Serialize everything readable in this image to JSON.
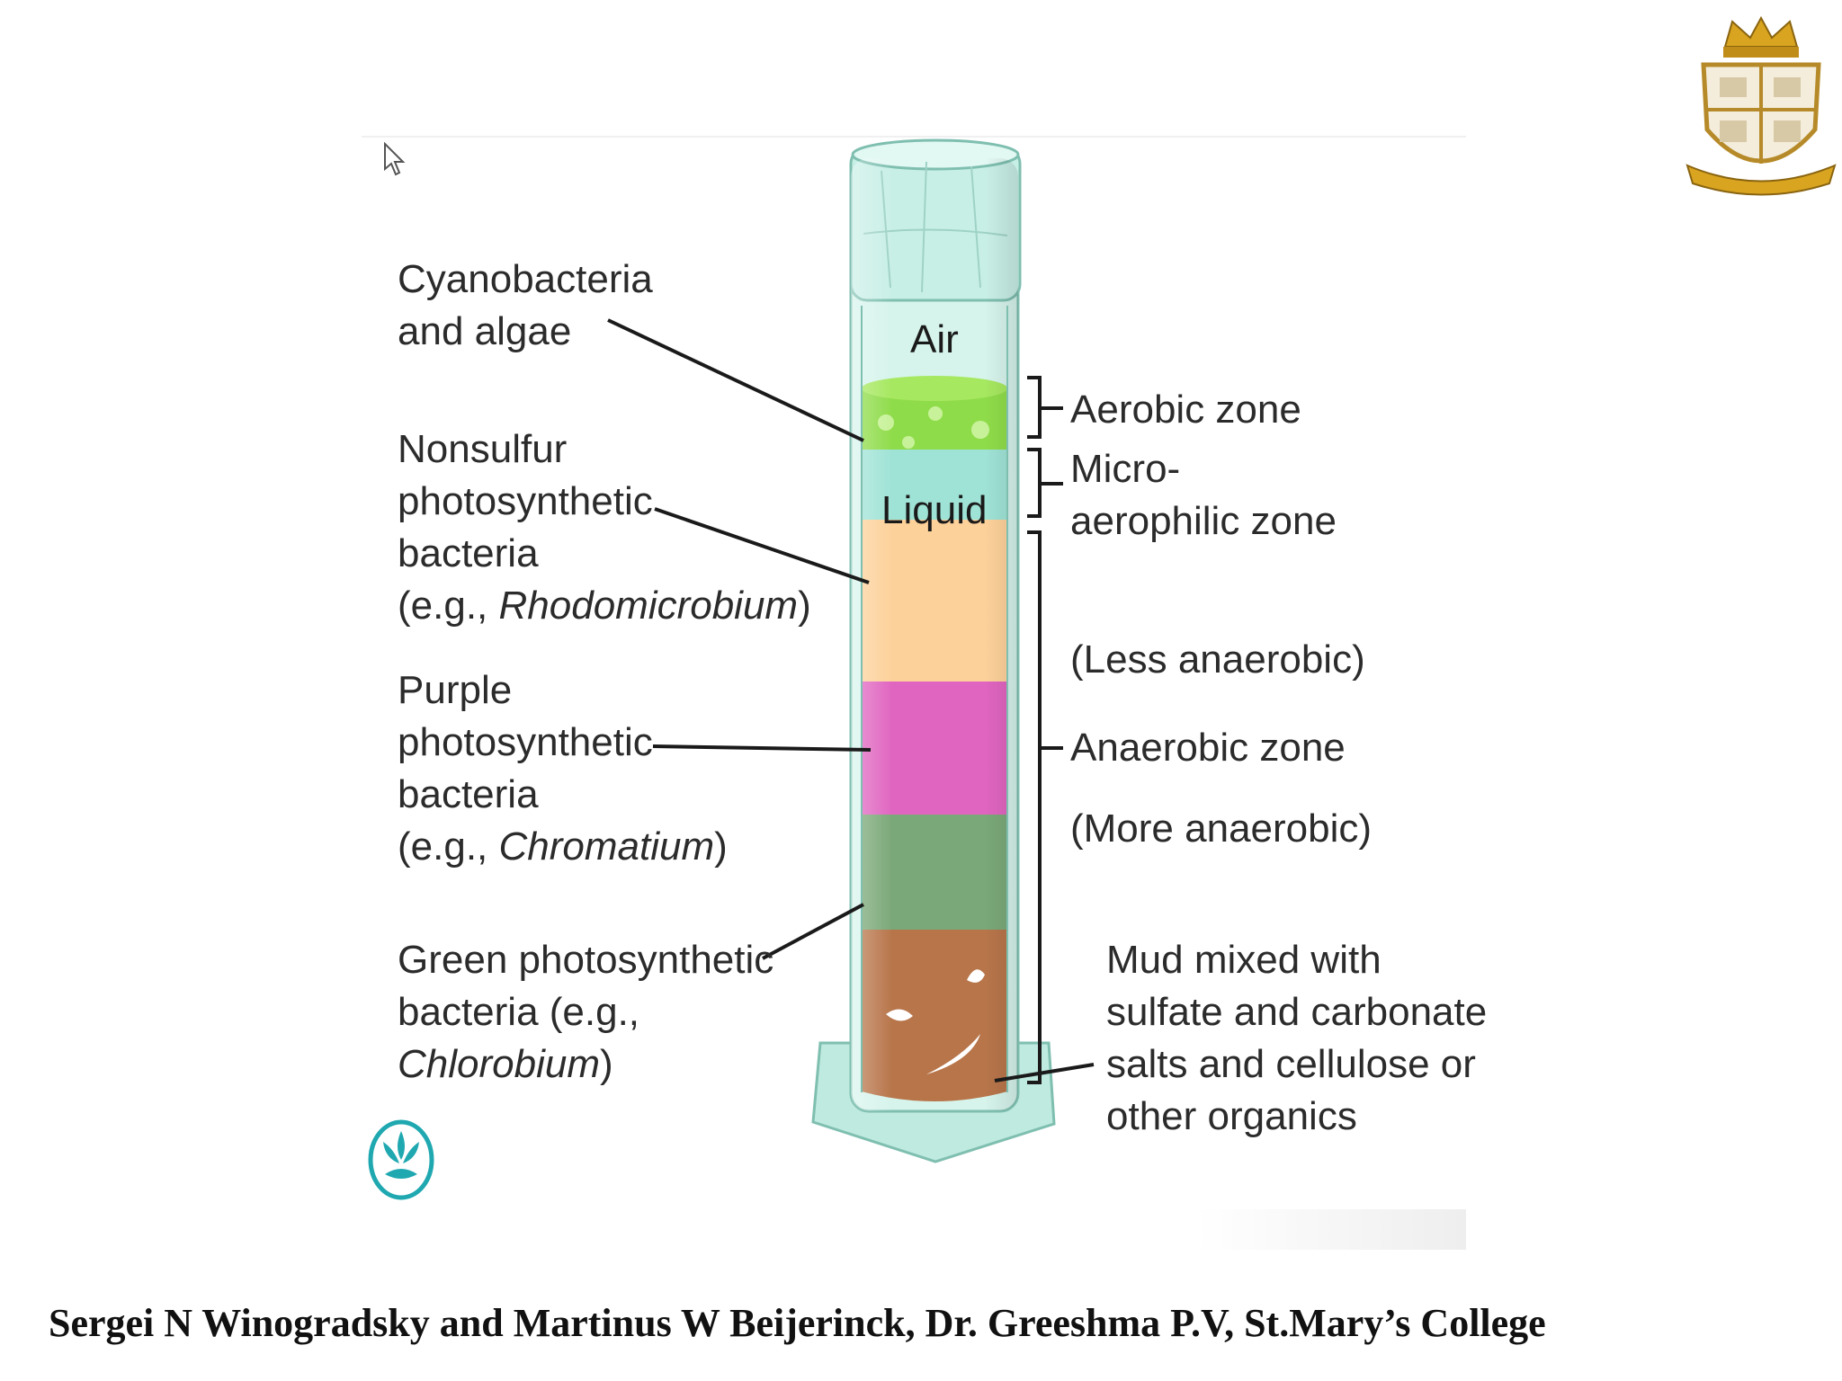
{
  "labels": {
    "air": "Air",
    "liquid": "Liquid",
    "left": {
      "cyano": [
        "Cyanobacteria",
        "and algae"
      ],
      "nonsulfur": [
        "Nonsulfur",
        "photosynthetic",
        "bacteria"
      ],
      "nonsulfur_eg_prefix": "(e.g., ",
      "nonsulfur_eg_genus": "Rhodomicrobium",
      "nonsulfur_eg_suffix": ")",
      "purple": [
        "Purple",
        "photosynthetic",
        "bacteria"
      ],
      "purple_eg_prefix": "(e.g., ",
      "purple_eg_genus": "Chromatium",
      "purple_eg_suffix": ")",
      "green_line1": "Green photosynthetic",
      "green_line2": "bacteria (e.g.,",
      "green_eg_genus": "Chlorobium",
      "green_eg_suffix": ")"
    },
    "right": {
      "aerobic": "Aerobic zone",
      "micro": [
        "Micro-",
        "aerophilic zone"
      ],
      "less": "(Less anaerobic)",
      "anaerobic": "Anaerobic zone",
      "more": "(More anaerobic)",
      "mud": [
        "Mud mixed with",
        "sulfate and carbonate",
        "salts and cellulose or",
        "other organics"
      ]
    }
  },
  "footer": "Sergei N Winogradsky and Martinus W Beijerinck, Dr. Greeshma P.V, St.Mary’s College",
  "colors": {
    "glass": "#c9efe6",
    "glass_stroke": "#7fbfb0",
    "algae": "#8fdc4a",
    "liquid": "#9fe3d6",
    "nonsulfur_layer": "#fdd19a",
    "purple_layer": "#e065c0",
    "green_layer": "#7aa878",
    "mud_layer": "#b8754a"
  },
  "icons": [
    "cursor-icon",
    "college-crest-icon",
    "lotus-logo-icon"
  ]
}
